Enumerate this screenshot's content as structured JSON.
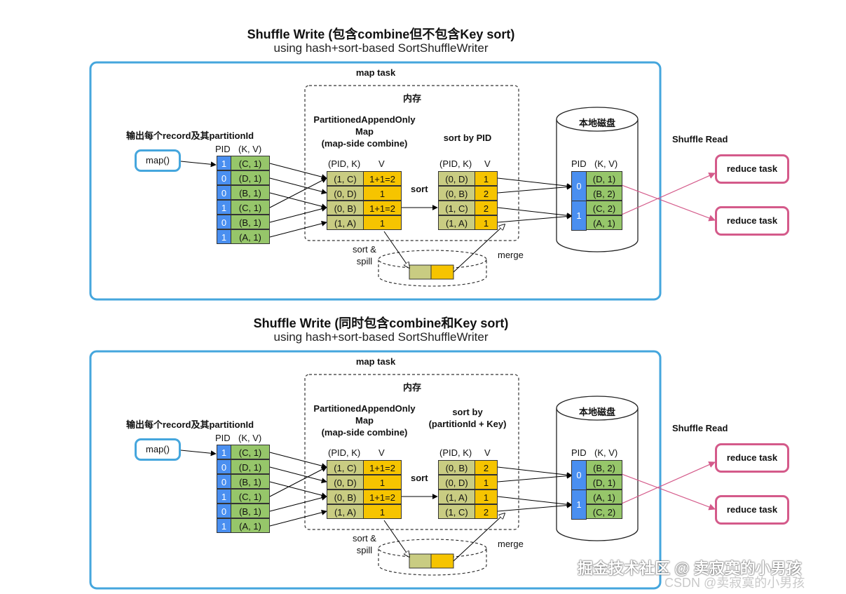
{
  "panels": [
    {
      "title": "Shuffle Write (包含combine但不包含Key sort)",
      "subtitle": "using hash+sort-based SortShuffleWriter",
      "map_task_label": "map task",
      "memory_label": "内存",
      "output_label": "输出每个record及其partitionId",
      "map_button": "map()",
      "input_header": [
        "PID",
        "(K, V)"
      ],
      "input_rows": [
        {
          "pid": "1",
          "kv": "(C, 1)"
        },
        {
          "pid": "0",
          "kv": "(D, 1)"
        },
        {
          "pid": "0",
          "kv": "(B, 1)"
        },
        {
          "pid": "1",
          "kv": "(C, 1)"
        },
        {
          "pid": "0",
          "kv": "(B, 1)"
        },
        {
          "pid": "1",
          "kv": "(A, 1)"
        }
      ],
      "map_struct_label": [
        "PartitionedAppendOnly",
        "Map",
        "(map-side combine)"
      ],
      "map_struct_header": [
        "(PID, K)",
        "V"
      ],
      "map_struct_rows": [
        {
          "k": "(1, C)",
          "v": "1+1=2"
        },
        {
          "k": "(0, D)",
          "v": "1"
        },
        {
          "k": "(0, B)",
          "v": "1+1=2"
        },
        {
          "k": "(1, A)",
          "v": "1"
        }
      ],
      "sort_label": "sort",
      "sorted_label": [
        "sort by PID"
      ],
      "sorted_header": [
        "(PID, K)",
        "V"
      ],
      "sorted_rows": [
        {
          "k": "(0, D)",
          "v": "1"
        },
        {
          "k": "(0, B)",
          "v": "2"
        },
        {
          "k": "(1, C)",
          "v": "2"
        },
        {
          "k": "(1, A)",
          "v": "1"
        }
      ],
      "spill_label": [
        "sort &",
        "spill"
      ],
      "merge_label": "merge",
      "disk_label": "本地磁盘",
      "disk_header": [
        "PID",
        "(K, V)"
      ],
      "disk_groups": [
        {
          "pid": "0",
          "rows": [
            "(D, 1)",
            "(B, 2)"
          ]
        },
        {
          "pid": "1",
          "rows": [
            "(C, 2)",
            "(A, 1)"
          ]
        }
      ],
      "shuffle_read_label": "Shuffle Read",
      "reduce_tasks": [
        "reduce task",
        "reduce task"
      ]
    },
    {
      "title": "Shuffle Write (同时包含combine和Key sort)",
      "subtitle": "using hash+sort-based SortShuffleWriter",
      "map_task_label": "map task",
      "memory_label": "内存",
      "output_label": "输出每个record及其partitionId",
      "map_button": "map()",
      "input_header": [
        "PID",
        "(K, V)"
      ],
      "input_rows": [
        {
          "pid": "1",
          "kv": "(C, 1)"
        },
        {
          "pid": "0",
          "kv": "(D, 1)"
        },
        {
          "pid": "0",
          "kv": "(B, 1)"
        },
        {
          "pid": "1",
          "kv": "(C, 1)"
        },
        {
          "pid": "0",
          "kv": "(B, 1)"
        },
        {
          "pid": "1",
          "kv": "(A, 1)"
        }
      ],
      "map_struct_label": [
        "PartitionedAppendOnly",
        "Map",
        "(map-side combine)"
      ],
      "map_struct_header": [
        "(PID, K)",
        "V"
      ],
      "map_struct_rows": [
        {
          "k": "(1, C)",
          "v": "1+1=2"
        },
        {
          "k": "(0, D)",
          "v": "1"
        },
        {
          "k": "(0, B)",
          "v": "1+1=2"
        },
        {
          "k": "(1, A)",
          "v": "1"
        }
      ],
      "sort_label": "sort",
      "sorted_label": [
        "sort by",
        "(partitionId + Key)"
      ],
      "sorted_header": [
        "(PID, K)",
        "V"
      ],
      "sorted_rows": [
        {
          "k": "(0, B)",
          "v": "2"
        },
        {
          "k": "(0, D)",
          "v": "1"
        },
        {
          "k": "(1, A)",
          "v": "1"
        },
        {
          "k": "(1, C)",
          "v": "2"
        }
      ],
      "spill_label": [
        "sort &",
        "spill"
      ],
      "merge_label": "merge",
      "disk_label": "本地磁盘",
      "disk_header": [
        "PID",
        "(K, V)"
      ],
      "disk_groups": [
        {
          "pid": "0",
          "rows": [
            "(B, 2)",
            "(D, 1)"
          ]
        },
        {
          "pid": "1",
          "rows": [
            "(A, 1)",
            "(C, 2)"
          ]
        }
      ],
      "shuffle_read_label": "Shuffle Read",
      "reduce_tasks": [
        "reduce task",
        "reduce task"
      ]
    }
  ],
  "watermark": {
    "line1": "掘金技术社区 @ 卖寂寞的小男孩",
    "line2": "CSDN @卖寂寞的小男孩"
  },
  "colors": {
    "pid": "#4a8ff0",
    "kv": "#96c66a",
    "key": "#c9cc82",
    "value": "#f6c400",
    "map_task_border": "#45a6dd",
    "reduce_border": "#d45a8a"
  }
}
